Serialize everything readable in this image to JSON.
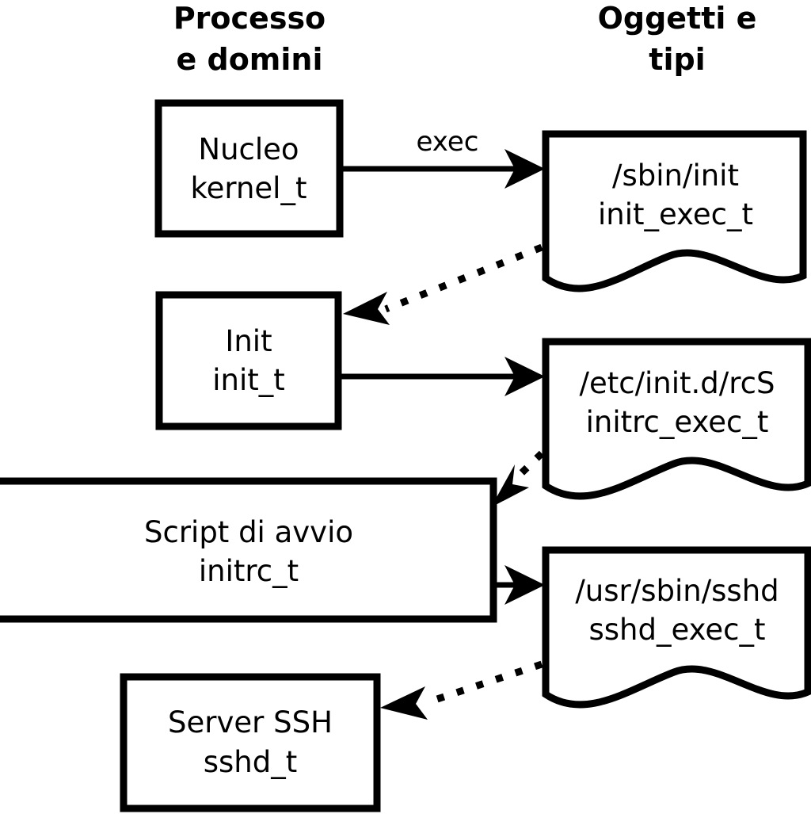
{
  "diagram": {
    "title": "SELinux boot transition diagram",
    "language": "it",
    "background_color": "#ffffff",
    "stroke_color": "#000000",
    "columns": [
      {
        "id": "processes",
        "label_line1": "Processo",
        "label_line2": "e domini"
      },
      {
        "id": "objects",
        "label_line1": "Oggetti e",
        "label_line2": "tipi"
      }
    ],
    "process_nodes": [
      {
        "id": "kernel",
        "name_line1": "Nucleo",
        "name_line2": "kernel_t"
      },
      {
        "id": "init",
        "name_line1": "Init",
        "name_line2": "init_t"
      },
      {
        "id": "initrc",
        "name_line1": "Script di avvio",
        "name_line2": "initrc_t"
      },
      {
        "id": "sshd",
        "name_line1": "Server SSH",
        "name_line2": "sshd_t"
      }
    ],
    "object_nodes": [
      {
        "id": "init_exec",
        "name_line1": "/sbin/init",
        "name_line2": "init_exec_t"
      },
      {
        "id": "initrc_exec",
        "name_line1": "/etc/init.d/rcS",
        "name_line2": "initrc_exec_t"
      },
      {
        "id": "sshd_exec",
        "name_line1": "/usr/sbin/sshd",
        "name_line2": "sshd_exec_t"
      }
    ],
    "edges": [
      {
        "id": "e1",
        "from": "kernel",
        "to": "init_exec",
        "style": "solid",
        "label": "exec"
      },
      {
        "id": "e2",
        "from": "init_exec",
        "to": "init",
        "style": "dotted",
        "label": ""
      },
      {
        "id": "e3",
        "from": "init",
        "to": "initrc_exec",
        "style": "solid",
        "label": ""
      },
      {
        "id": "e4",
        "from": "initrc_exec",
        "to": "initrc",
        "style": "dotted",
        "label": ""
      },
      {
        "id": "e5",
        "from": "initrc",
        "to": "sshd_exec",
        "style": "solid",
        "label": ""
      },
      {
        "id": "e6",
        "from": "sshd_exec",
        "to": "sshd",
        "style": "dotted",
        "label": ""
      }
    ]
  }
}
